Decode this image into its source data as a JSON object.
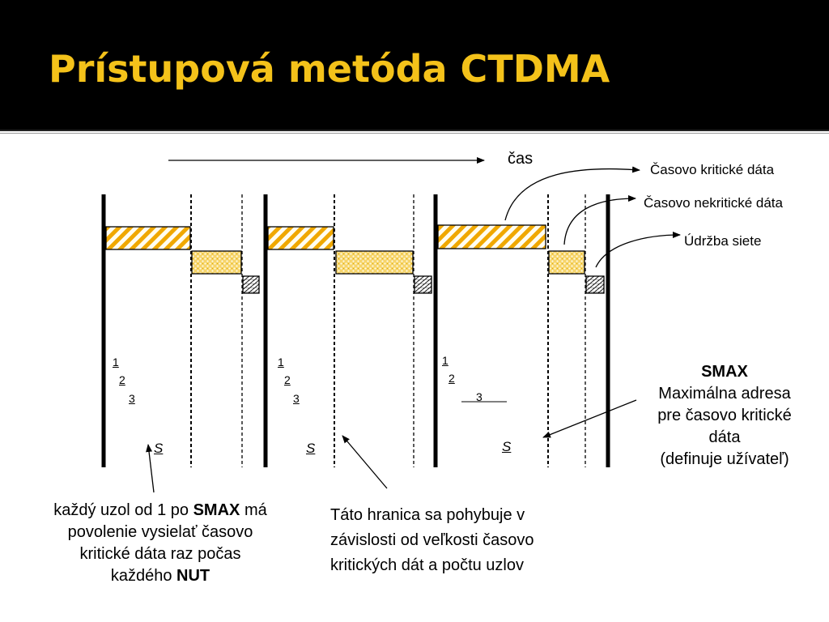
{
  "title": "Prístupová metóda CTDMA",
  "time_label": "čas",
  "legend": {
    "critical": "Časovo kritické dáta",
    "noncritical": "Časovo nekritické dáta",
    "maintenance": "Údržba siete"
  },
  "cycles": [
    {
      "n1": "1",
      "n2": "2",
      "n3": "3",
      "smax": "S"
    },
    {
      "n1": "1",
      "n2": "2",
      "n3": "3",
      "smax": "S"
    },
    {
      "n1": "1",
      "n2": "2",
      "n3": "3",
      "smax": "S"
    }
  ],
  "smax_note": {
    "heading": "SMAX",
    "line1": "Maximálna adresa",
    "line2": "pre časovo kritické",
    "line3": "dáta",
    "line4": "(definuje užívateľ)"
  },
  "left_note": {
    "p1": "každý uzol od 1 po ",
    "b1": "SMAX",
    "p2": " má",
    "line2": "povolenie vysielať časovo",
    "line3": "kritické dáta raz počas",
    "p4": "každého ",
    "b2": "NUT"
  },
  "middle_note": {
    "line1": "Táto hranica sa pohybuje v",
    "line2": "závislosti od veľkosti časovo",
    "line3": "kritických dát a počtu uzlov"
  },
  "colors": {
    "title": "#f4c21a",
    "header_bg": "#000000",
    "hatch": "#f0a800",
    "fill": "#fff4c6"
  }
}
